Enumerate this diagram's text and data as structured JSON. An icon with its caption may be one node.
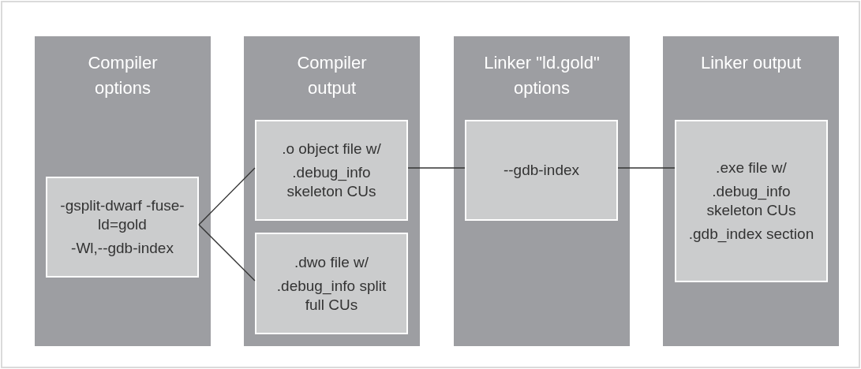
{
  "diagram": {
    "nodes": [
      {
        "text": [
          "Compiler options"
        ]
      },
      {
        "text": [
          "-gsplit-dwarf -fuse-ld=gold",
          "-Wl,--gdb-index"
        ],
        "in": 0
      },
      {
        "text": [
          "Compiler output"
        ]
      },
      {
        "text": [
          ".o object file w/",
          ".debug_info skeleton CUs"
        ],
        "in": 2
      },
      {
        "text": [
          ".dwo file w/",
          ".debug_info split full CUs"
        ],
        "in": 2
      },
      {
        "text": [
          "Linker \"ld.gold\" options"
        ]
      },
      {
        "text": [
          "--gdb-index"
        ],
        "in": 5
      },
      {
        "text": [
          "Linker output"
        ]
      },
      {
        "text": [
          ".exe file w/",
          ".debug_info skeleton CUs",
          ".gdb_index section"
        ],
        "in": 7
      }
    ],
    "edges": [
      {
        "from": 1,
        "to": 3,
        "arrow": "none"
      },
      {
        "from": 1,
        "to": 4,
        "arrow": "none"
      },
      {
        "from": 3,
        "to": 6,
        "arrow": "none"
      },
      {
        "from": 6,
        "to": 8,
        "arrow": "none"
      }
    ]
  }
}
